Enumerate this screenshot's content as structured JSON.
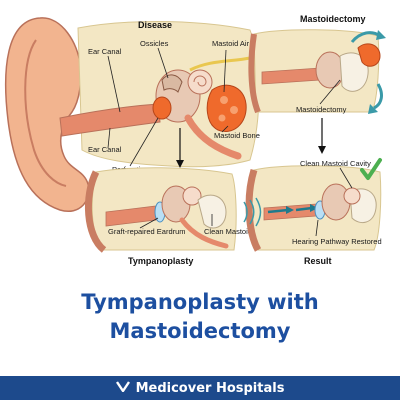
{
  "panels": {
    "disease": {
      "title": "Disease"
    },
    "mastoidectomy": {
      "title": "Mastoidectomy"
    },
    "tympanoplasty": {
      "title": "Tympanoplasty"
    },
    "result": {
      "title": "Result"
    }
  },
  "labels": {
    "ossicles": "Ossicles",
    "ear_canal_top": "Ear Canal",
    "mastoid_air_cells": "Mastoid Air Cells",
    "ear_canal_bottom": "Ear Canal",
    "perforation": "Perforation",
    "mastoid_bone": "Mastoid Bone",
    "mastoidectomy_side": "Mastoidectomy",
    "clean_mastoid_cavity_result": "Clean Mastoid Cavity",
    "graft_repaired_eardrum": "Graft-repaired Eardrum",
    "clean_mastoid_cavity_tympano": "Clean Mastoid Cavity",
    "hearing_pathway_restored": "Hearing Pathway Restored"
  },
  "heading": {
    "line1": "Tympanoplasty with",
    "line2": "Mastoidectomy"
  },
  "footer": {
    "brand": "Medicover Hospitals"
  },
  "colors": {
    "brand_blue": "#1d4a8c",
    "title_blue": "#1d4fa0",
    "skin": "#f2b48f",
    "inner_skin": "#e5896b",
    "bone": "#f3e7c4",
    "infection": "#ef6a2c",
    "check_green": "#4caf50"
  }
}
